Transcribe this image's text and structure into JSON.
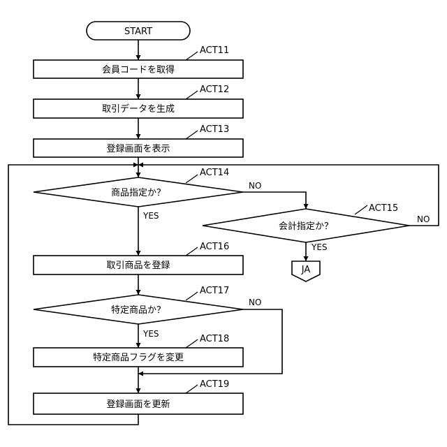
{
  "nodes": {
    "start": "START",
    "act11": "会員コードを取得",
    "act12": "取引データを生成",
    "act13": "登録画面を表示",
    "act14": "商品指定か？",
    "act15": "会計指定か？",
    "act16": "取引商品を登録",
    "act17": "特定商品か？",
    "act18": "特定商品フラグを変更",
    "act19": "登録画面を更新",
    "connector": "JA"
  },
  "acts": {
    "act11": "ACT11",
    "act12": "ACT12",
    "act13": "ACT13",
    "act14": "ACT14",
    "act15": "ACT15",
    "act16": "ACT16",
    "act17": "ACT17",
    "act18": "ACT18",
    "act19": "ACT19"
  },
  "branches": {
    "act14_yes": "YES",
    "act14_no": "NO",
    "act15_yes": "YES",
    "act15_no": "NO",
    "act17_yes": "YES",
    "act17_no": "NO"
  }
}
